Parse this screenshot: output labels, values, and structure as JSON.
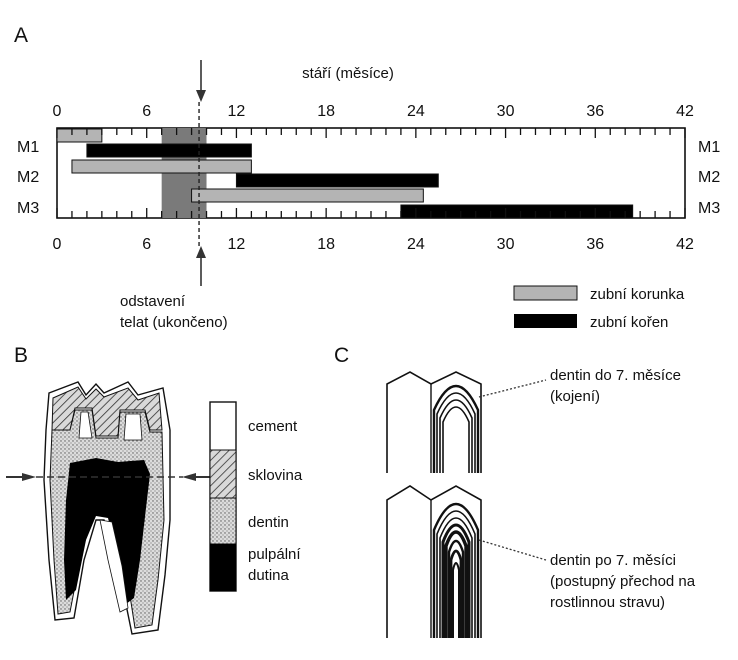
{
  "panels": {
    "a": "A",
    "b": "B",
    "c": "C"
  },
  "panel_a": {
    "axis_title": "stáří (měsíce)",
    "weaning_label_line1": "odstavení",
    "weaning_label_line2": "telat (ukončeno)",
    "legend": {
      "crown": "zubní korunka",
      "root": "zubní kořen"
    }
  },
  "panel_b": {
    "legend": {
      "cement": "cement",
      "enamel": "sklovina",
      "dentin": "dentin",
      "pulp_line1": "pulpální",
      "pulp_line2": "dutina"
    }
  },
  "panel_c": {
    "top_label_line1": "dentin do 7. měsíce",
    "top_label_line2": "(kojení)",
    "bottom_label_line1": "dentin po 7. měsíci",
    "bottom_label_line2": "(postupný přechod na",
    "bottom_label_line3": "rostlinnou stravu)"
  },
  "chart_data": {
    "type": "bar",
    "subtype": "gantt-range",
    "title": "",
    "xlabel": "stáří (měsíce)",
    "xlim": [
      0,
      42
    ],
    "xticks": [
      0,
      6,
      12,
      18,
      24,
      30,
      36,
      42
    ],
    "rows": [
      "M1",
      "M2",
      "M3"
    ],
    "series": [
      {
        "name": "zubní korunka",
        "color": "#b4b4b4",
        "ranges": [
          {
            "row": "M1",
            "start": 0,
            "end": 3
          },
          {
            "row": "M2",
            "start": 1,
            "end": 13
          },
          {
            "row": "M3",
            "start": 9,
            "end": 24.5
          }
        ]
      },
      {
        "name": "zubní kořen",
        "color": "#000000",
        "ranges": [
          {
            "row": "M1",
            "start": 2,
            "end": 13
          },
          {
            "row": "M2",
            "start": 12,
            "end": 25.5
          },
          {
            "row": "M3",
            "start": 23,
            "end": 38.5
          }
        ]
      }
    ],
    "shaded_period": {
      "start": 7,
      "end": 10,
      "color": "#7a7a7a"
    },
    "weaning_marker": 9.5,
    "legend_position": "bottom-right"
  }
}
